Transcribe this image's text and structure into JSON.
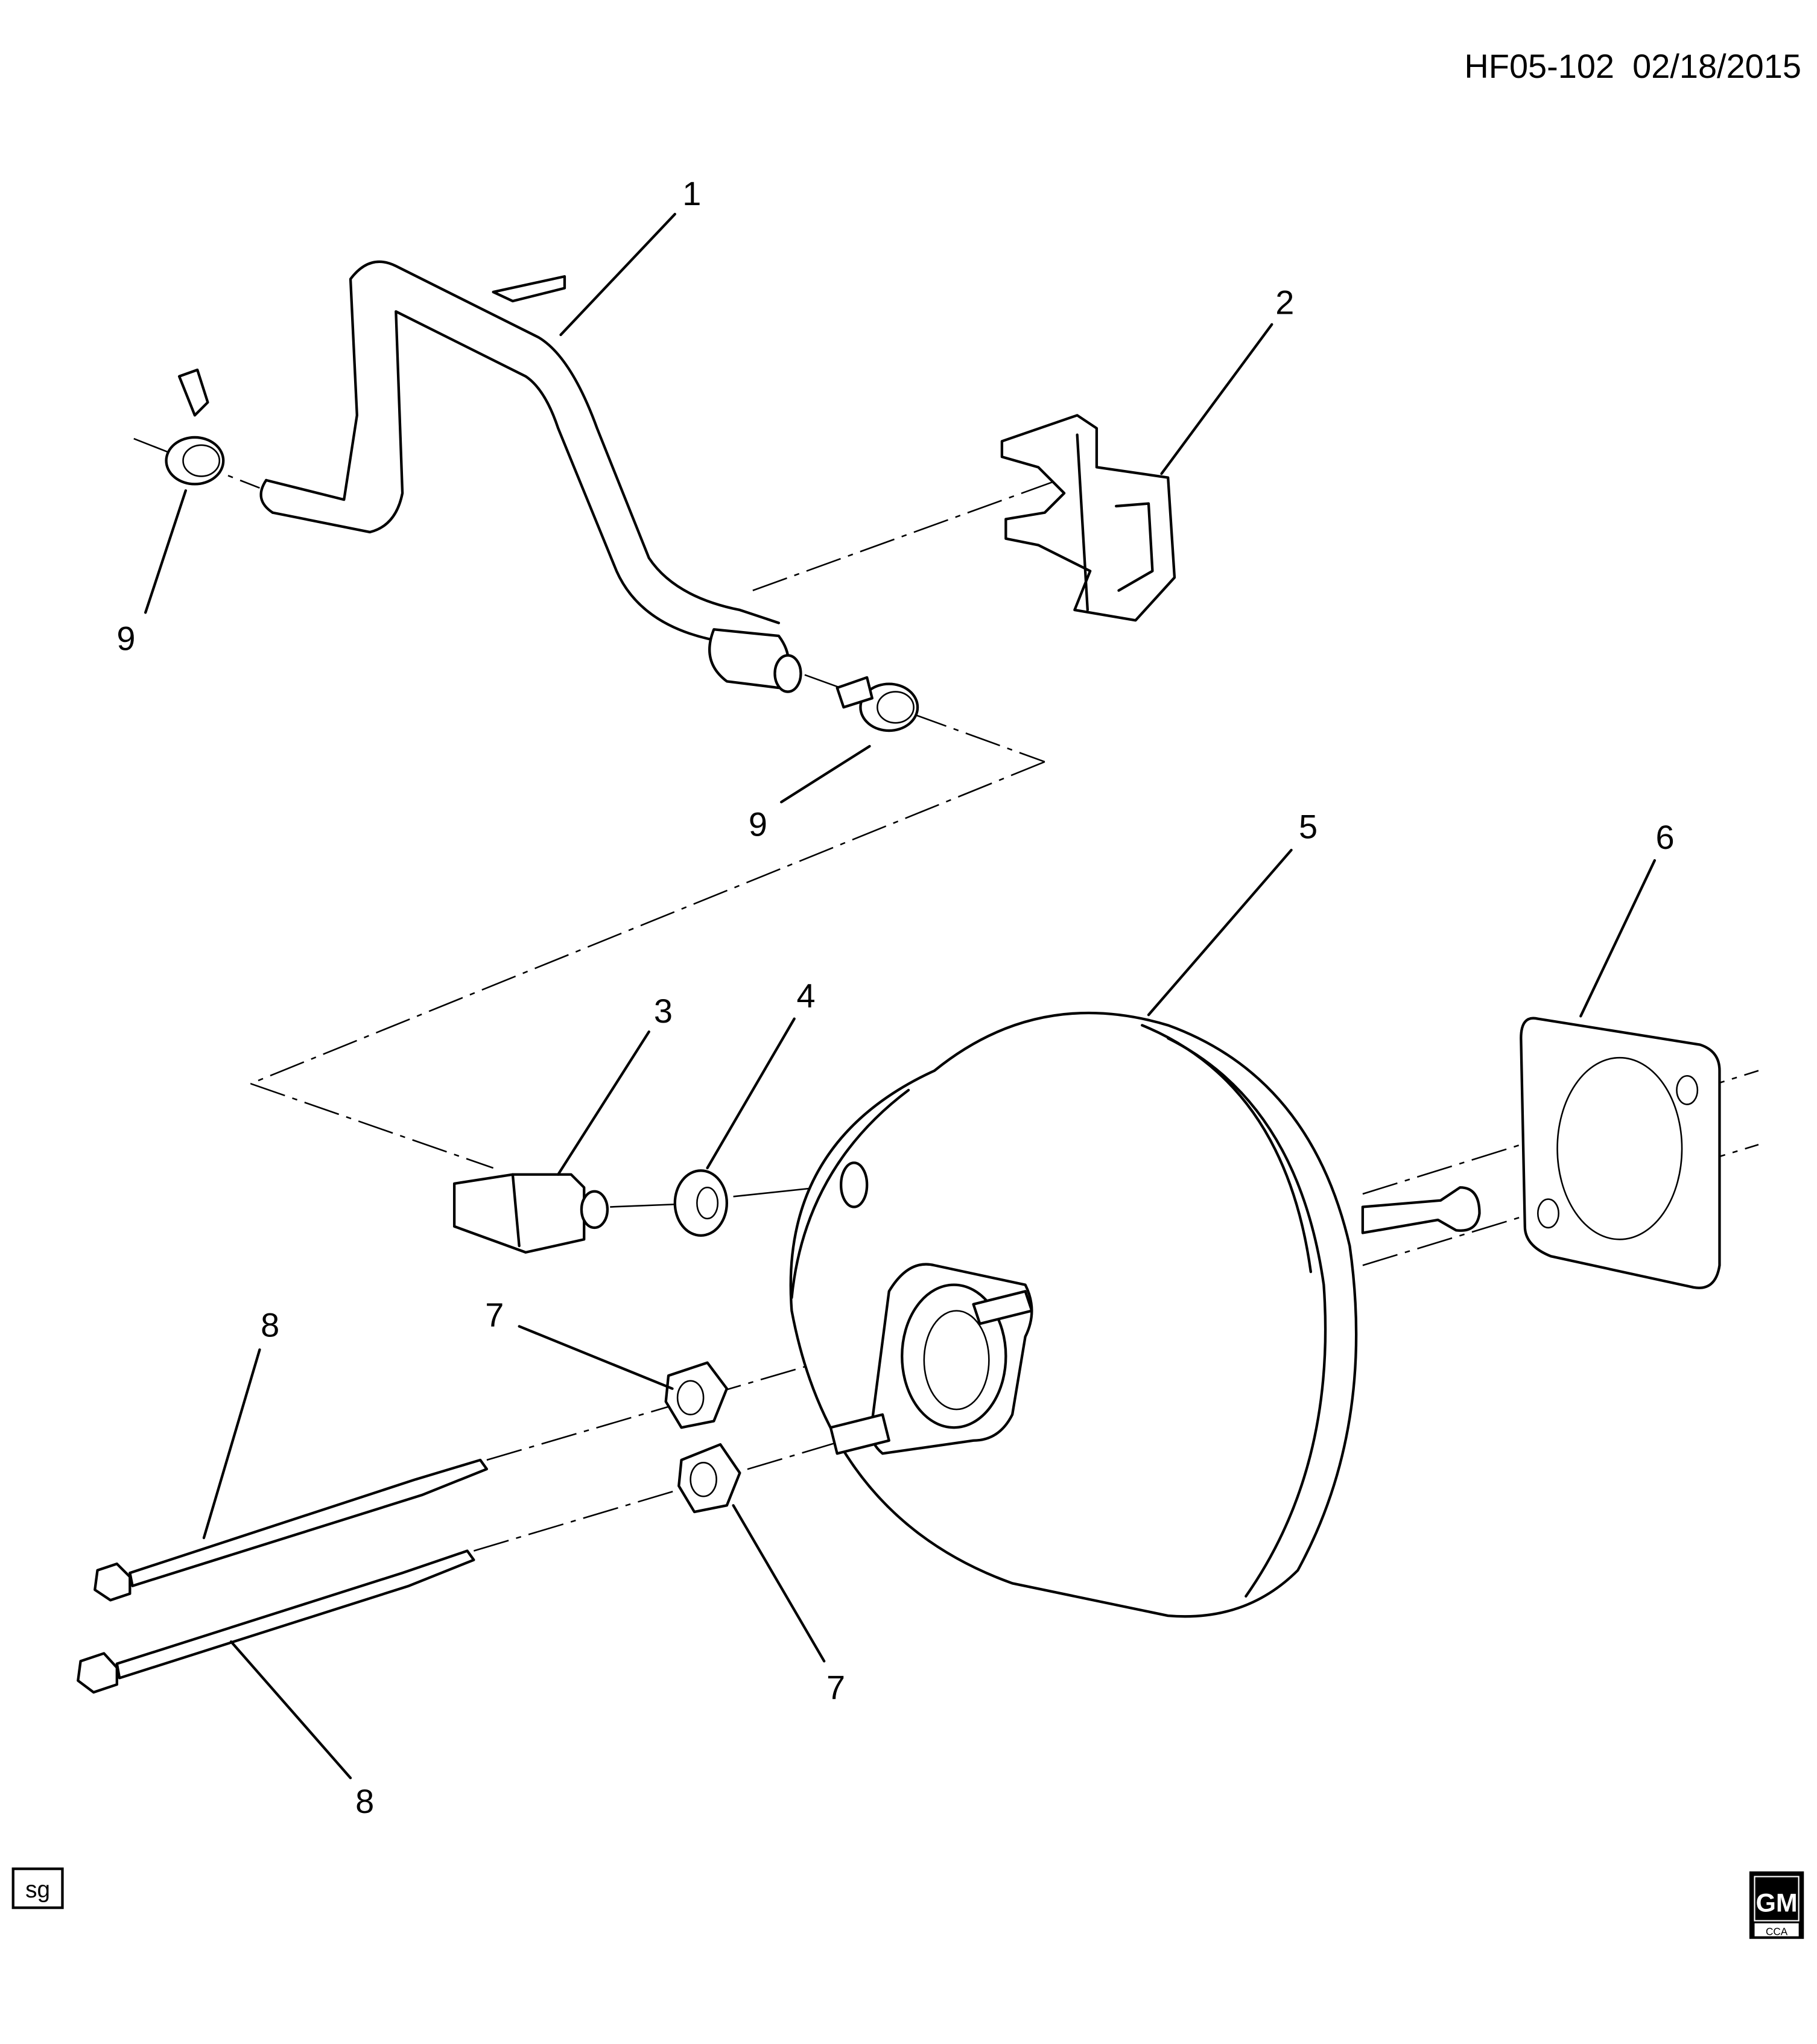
{
  "header": {
    "diagram_id": "HF05-102",
    "date": "02/18/2015"
  },
  "callouts": [
    "1",
    "2",
    "3",
    "4",
    "5",
    "6",
    "7",
    "7",
    "8",
    "8",
    "9",
    "9"
  ],
  "footer": {
    "tag": "sg",
    "logo_text": "GM",
    "logo_subtext": "CCA"
  },
  "parts": [
    "vacuum-hose",
    "hose-bracket",
    "vacuum-sensor",
    "grommet",
    "brake-booster",
    "gasket",
    "nut",
    "nut",
    "bolt",
    "bolt",
    "hose-clamp",
    "hose-clamp"
  ]
}
